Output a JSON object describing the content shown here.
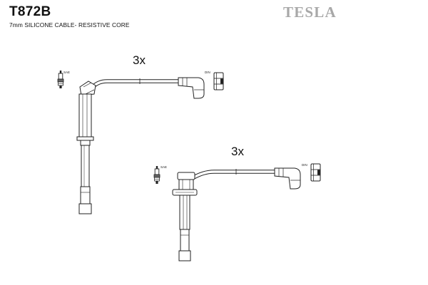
{
  "header": {
    "part_number": "T872B",
    "description": "7mm SILICONE CABLE- RESISTIVE CORE",
    "brand": "TESLA"
  },
  "sets": [
    {
      "quantity": "3x",
      "plug_label": "SAE",
      "end_label": "DIN"
    },
    {
      "quantity": "3x",
      "plug_label": "SAE",
      "end_label": "DIN"
    }
  ]
}
